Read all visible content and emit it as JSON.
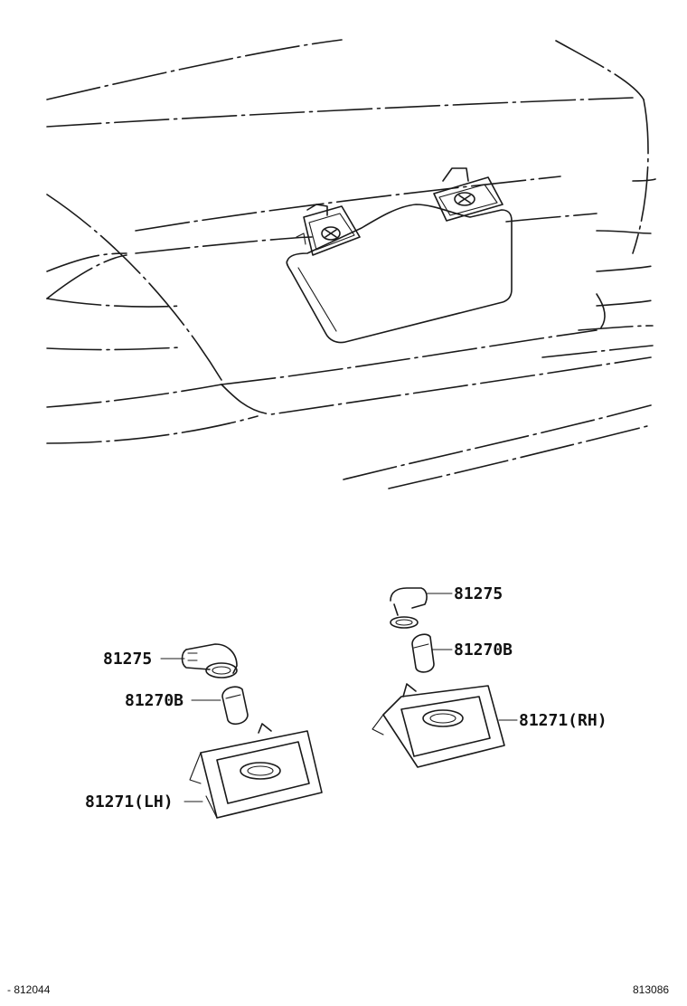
{
  "parts": {
    "lh_socket": "81275",
    "lh_bulb": "81270B",
    "lh_lamp": "81271(LH)",
    "rh_socket": "81275",
    "rh_bulb": "81270B",
    "rh_lamp": "81271(RH)"
  },
  "footer": {
    "left_code": "- 812044",
    "right_code": "813086"
  }
}
